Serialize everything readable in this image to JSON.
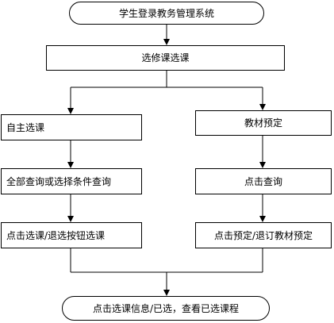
{
  "diagram": {
    "start": "学生登录教务管理系统",
    "select_courses": "选修课选课",
    "left_branch": {
      "step1": "自主选课",
      "step2": "全部查询或选择条件查询",
      "step3": "点击选课/退选按钮选课"
    },
    "right_branch": {
      "step1": "教材预定",
      "step2": "点击查询",
      "step3": "点击预定/退订教材预定"
    },
    "end": "点击选课信息/已选，查看已选课程"
  }
}
